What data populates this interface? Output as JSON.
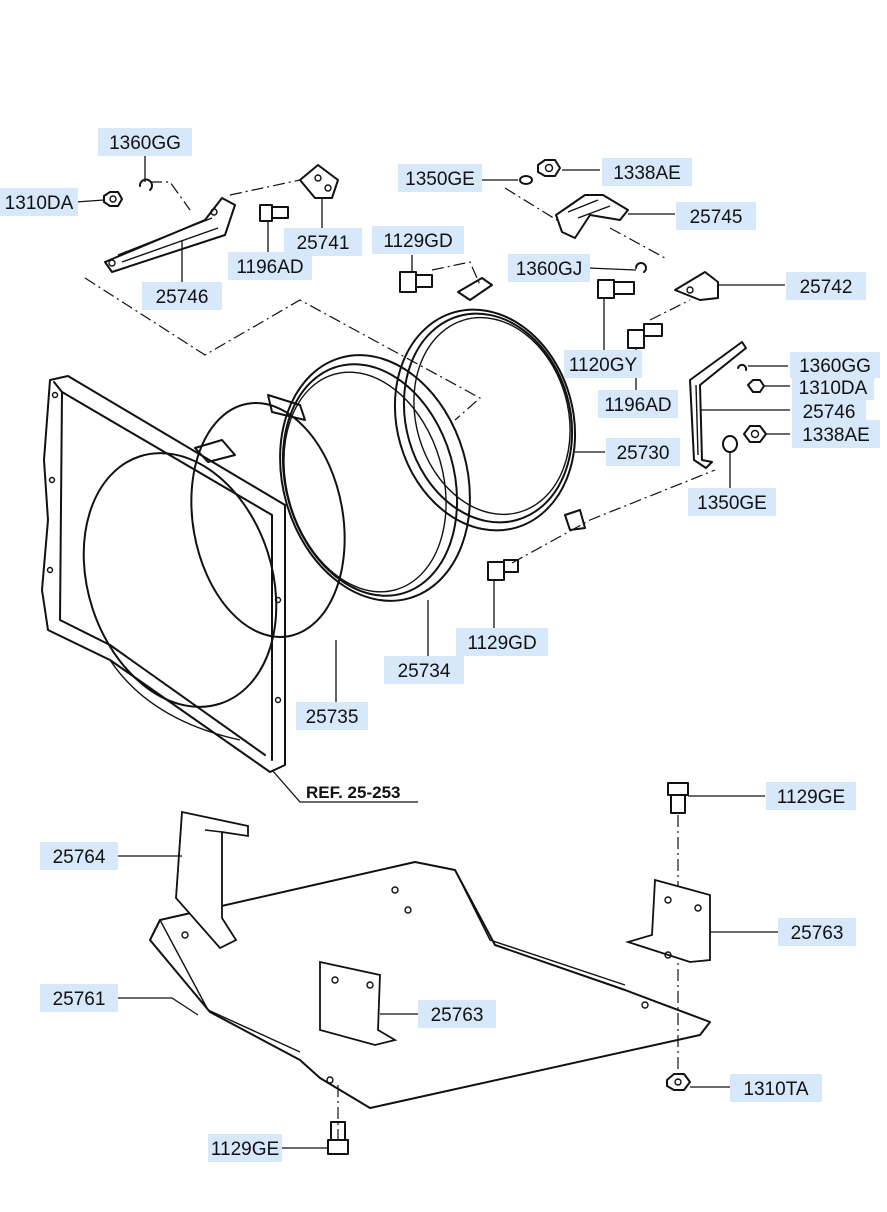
{
  "labels": [
    {
      "id": "l1",
      "text": "1360GG"
    },
    {
      "id": "l2",
      "text": "1310DA"
    },
    {
      "id": "l3",
      "text": "25741"
    },
    {
      "id": "l4",
      "text": "1196AD"
    },
    {
      "id": "l5",
      "text": "25746"
    },
    {
      "id": "l6",
      "text": "1350GE"
    },
    {
      "id": "l7",
      "text": "1338AE"
    },
    {
      "id": "l8",
      "text": "25745"
    },
    {
      "id": "l9",
      "text": "1129GD"
    },
    {
      "id": "l10",
      "text": "1360GJ"
    },
    {
      "id": "l11",
      "text": "25742"
    },
    {
      "id": "l12",
      "text": "1120GY"
    },
    {
      "id": "l13",
      "text": "1196AD"
    },
    {
      "id": "l14",
      "text": "1360GG"
    },
    {
      "id": "l15",
      "text": "1310DA"
    },
    {
      "id": "l16",
      "text": "25746"
    },
    {
      "id": "l17",
      "text": "1338AE"
    },
    {
      "id": "l18",
      "text": "25730"
    },
    {
      "id": "l19",
      "text": "1350GE"
    },
    {
      "id": "l20",
      "text": "1129GD"
    },
    {
      "id": "l21",
      "text": "25734"
    },
    {
      "id": "l22",
      "text": "25735"
    },
    {
      "id": "l23",
      "text": "1129GE"
    },
    {
      "id": "l24",
      "text": "25764"
    },
    {
      "id": "l25",
      "text": "25763"
    },
    {
      "id": "l26",
      "text": "25761"
    },
    {
      "id": "l27",
      "text": "25763"
    },
    {
      "id": "l28",
      "text": "1310TA"
    },
    {
      "id": "l29",
      "text": "1129GE"
    }
  ],
  "reference": {
    "text": "REF. 25-253"
  }
}
